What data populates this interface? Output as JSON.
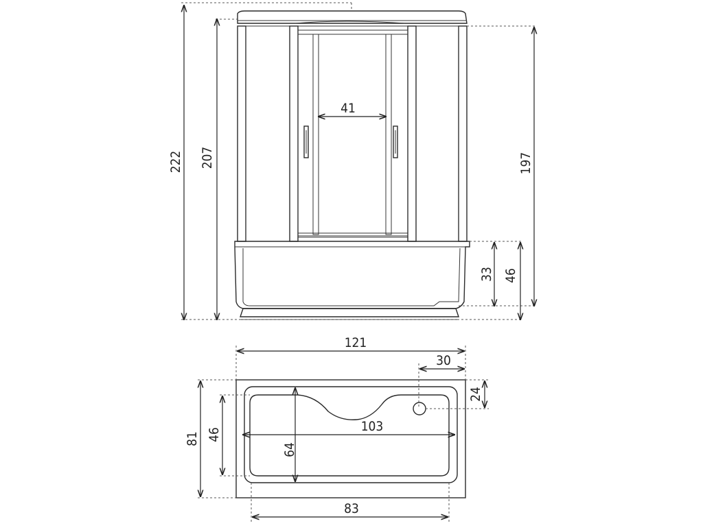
{
  "front_view": {
    "height_total": "222",
    "height_cabin": "207",
    "height_glass": "197",
    "door_width": "41",
    "tub_height_inner": "33",
    "tub_height_outer": "46"
  },
  "top_view": {
    "length_total": "121",
    "length_inner": "103",
    "length_base": "83",
    "width_total": "81",
    "width_inner": "64",
    "width_seat": "46",
    "drain_offset_x": "30",
    "drain_offset_y": "24"
  }
}
